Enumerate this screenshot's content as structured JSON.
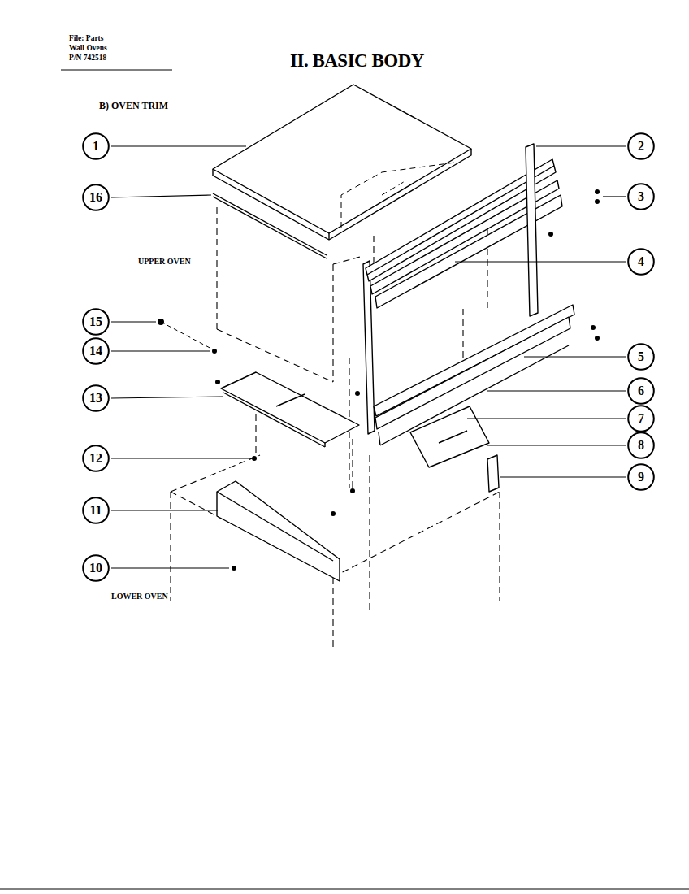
{
  "diagram": {
    "title": "II. BASIC BODY",
    "nodes": [
      {
        "text": [
          "1"
        ]
      },
      {
        "text": [
          "2"
        ]
      },
      {
        "text": [
          "3"
        ]
      },
      {
        "text": [
          "16"
        ]
      },
      {
        "text": [
          "4"
        ]
      },
      {
        "text": [
          "15"
        ]
      },
      {
        "text": [
          "14"
        ]
      },
      {
        "text": [
          "5"
        ]
      },
      {
        "text": [
          "6"
        ]
      },
      {
        "text": [
          "13"
        ]
      },
      {
        "text": [
          "7"
        ]
      },
      {
        "text": [
          "8"
        ]
      },
      {
        "text": [
          "12"
        ]
      },
      {
        "text": [
          "9"
        ]
      },
      {
        "text": [
          "11"
        ]
      },
      {
        "text": [
          "10"
        ]
      }
    ],
    "labels": [
      "File: Parts",
      "Wall Ovens",
      "P/N 742518",
      "B) OVEN TRIM",
      "UPPER OVEN",
      "LOWER OVEN"
    ]
  }
}
